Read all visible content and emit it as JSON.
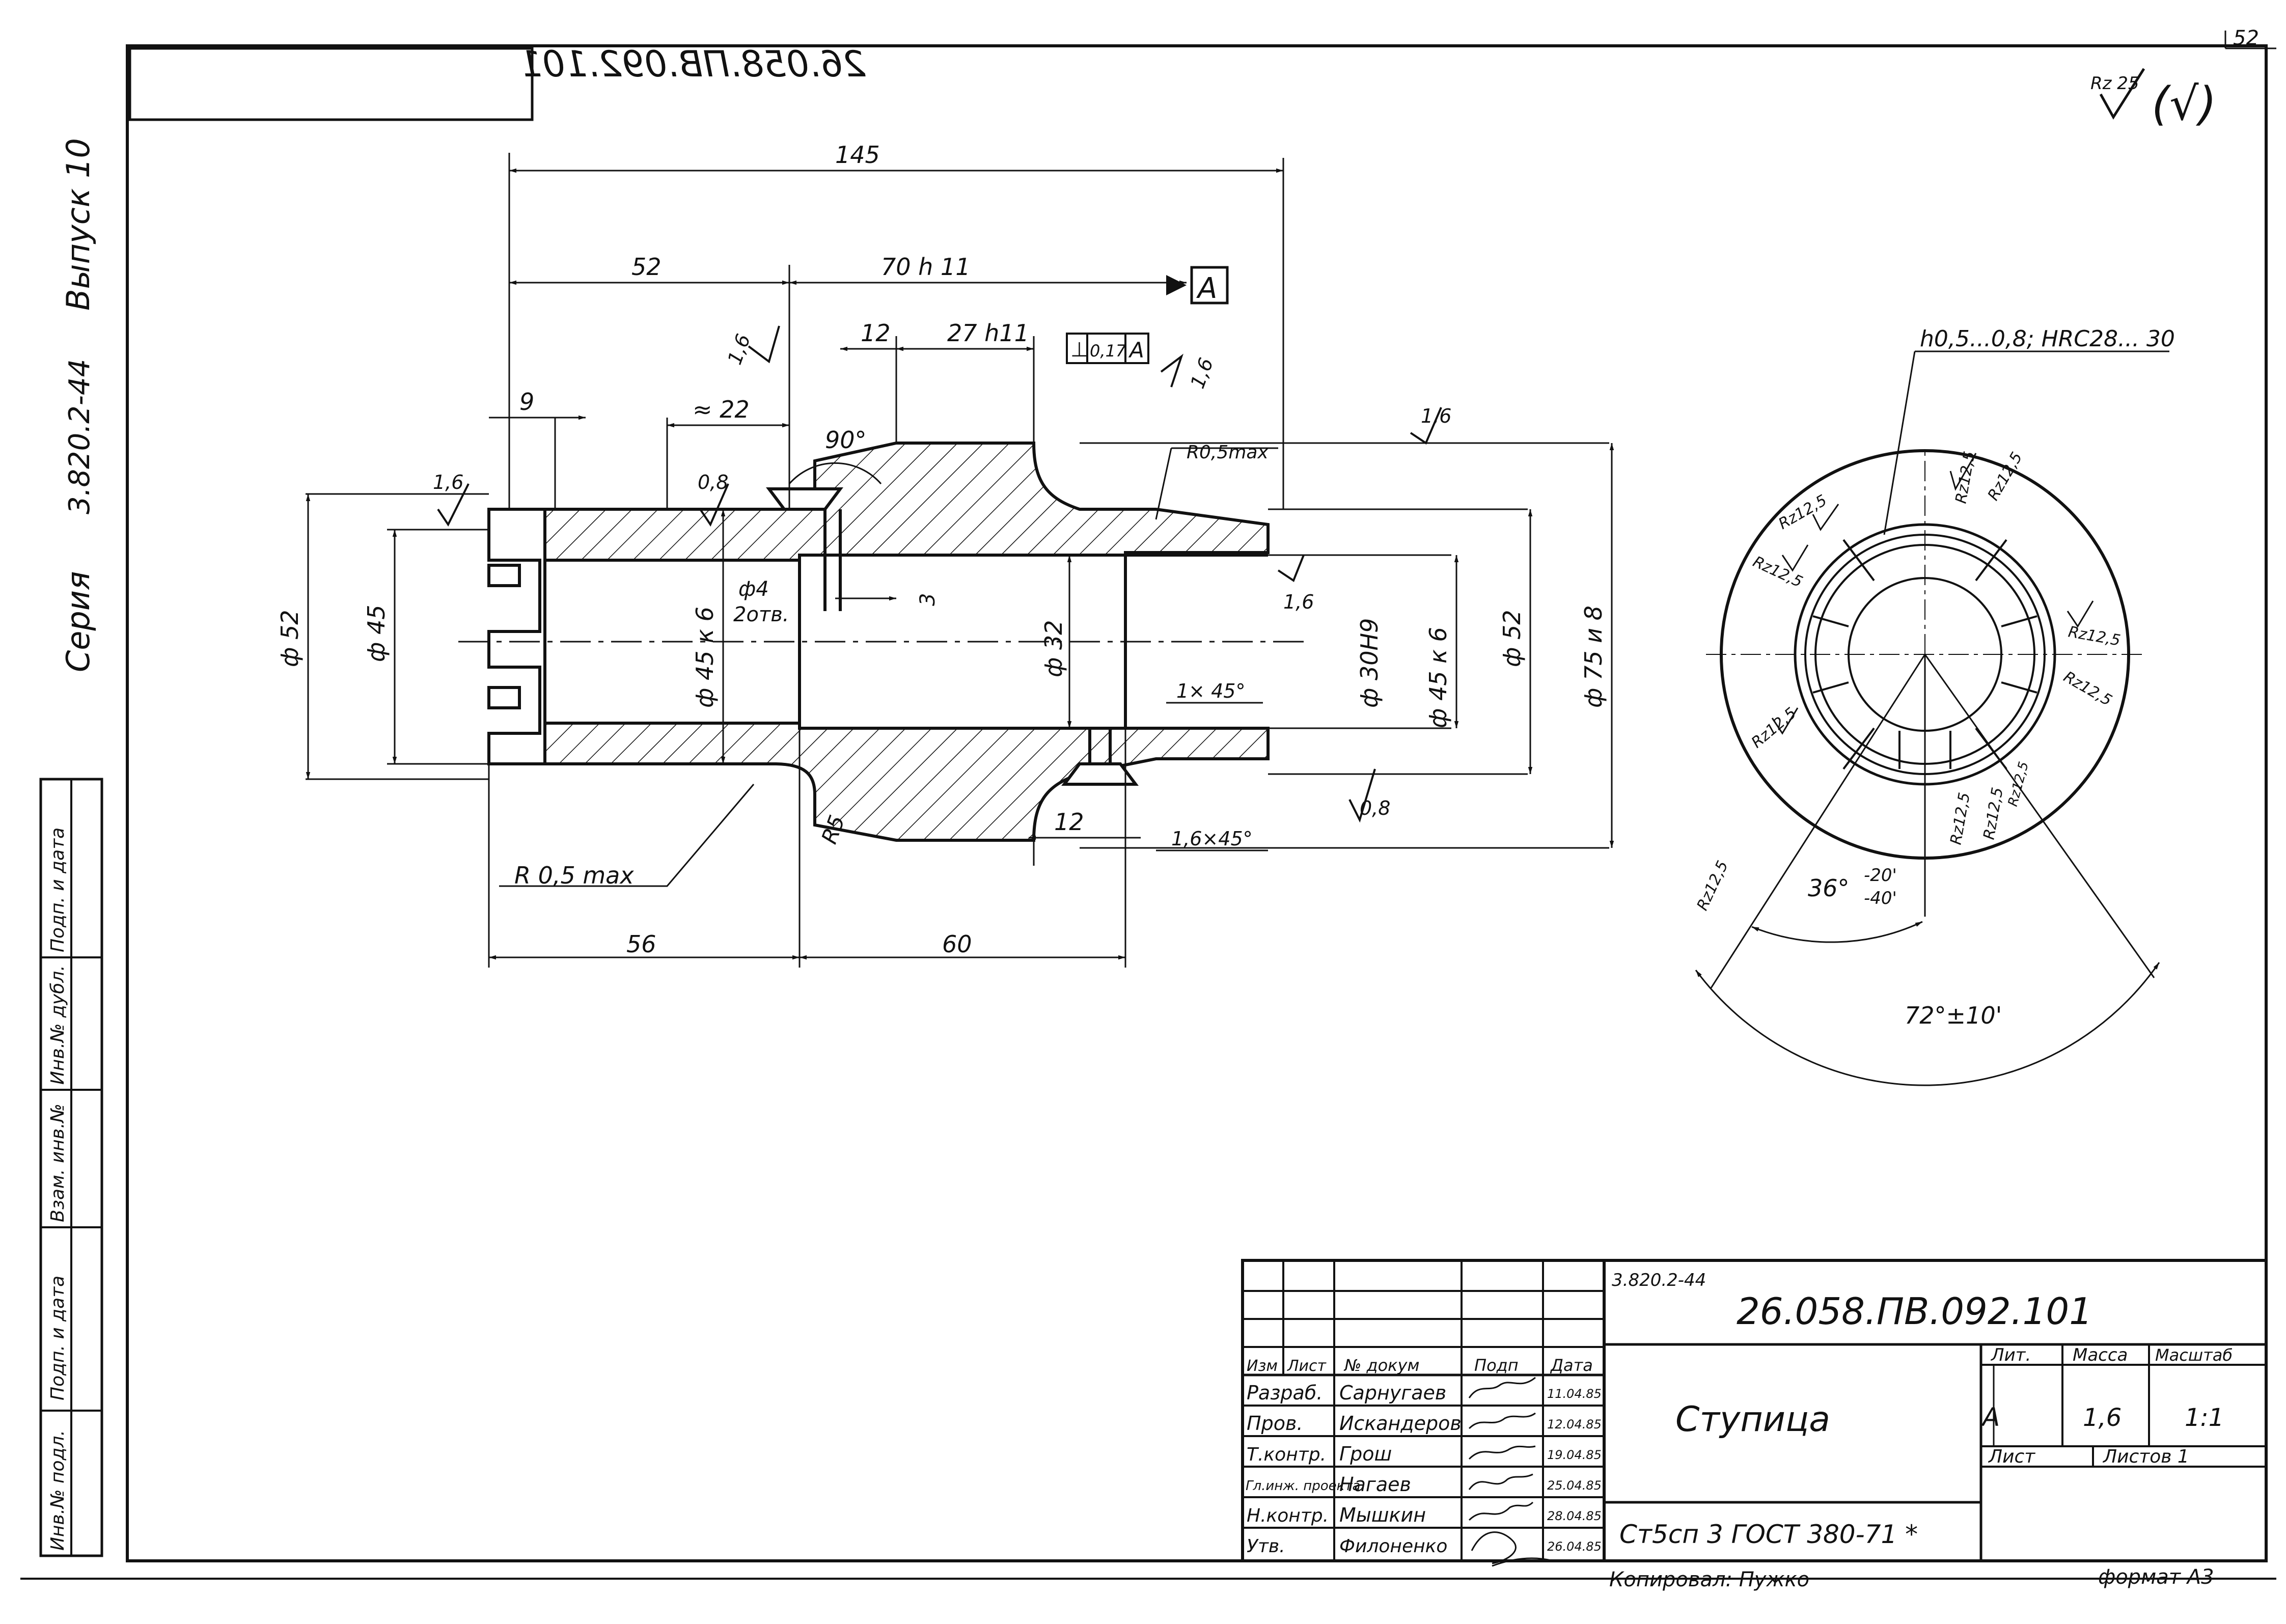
{
  "sheet": {
    "page_number": "52",
    "designation_mirrored": "26.058.ПВ.092.101",
    "roughness_general": "Rz 25",
    "roughness_rest": "(√)",
    "copied_by": "Копировал:  Пужко",
    "format": "формат А3"
  },
  "side_margin": {
    "seria": "Серия",
    "seria_code": "3.820.2-44",
    "vypusk": "Выпуск 10",
    "cells": [
      "Инв.№ подл.",
      "Подп. и дата",
      "Взам. инв.№",
      "Инв.№ дубл.",
      "Подп. и дата"
    ]
  },
  "front_view": {
    "dims": {
      "overall_length": "145",
      "d52": "52",
      "d70": "70 h 11",
      "d12_top": "12",
      "d27": "27 h11",
      "tolerance_frame_1": "⊥",
      "tolerance_frame_2": "0,17",
      "tolerance_frame_3": "A",
      "datum": "A",
      "d9": "9",
      "d22": "≈ 22",
      "angle90": "90°",
      "r05max_top": "R0,5max",
      "rough16_a": "1,6",
      "rough16_b": "1,6",
      "rough16_c": "1,6",
      "rough16_d": "1,6",
      "rough16_e": "1,6",
      "rough08_a": "0,8",
      "rough08_b": "0,8",
      "phi52_left": "ф 52",
      "phi45_left": "ф 45",
      "phi45k6_left": "ф 45 к 6",
      "phi4": "ф4",
      "holes": "2отв.",
      "dim3": "3",
      "phi32": "ф 32",
      "chamfer1": "1× 45°",
      "phi30h9": "ф 30Н9",
      "phi45k6_right": "ф 45 к 6",
      "phi52_right": "ф 52",
      "phi75": "ф 75 и 8",
      "r5": "R5",
      "d12_bottom": "12",
      "chamfer16": "1,6×45°",
      "r05max_bottom": "R 0,5 max",
      "d56": "56",
      "d60": "60"
    }
  },
  "side_view": {
    "note": "h0,5...0,8; HRC28... 30",
    "rz_labels": [
      "Rz12,5",
      "Rz12,5",
      "Rz12,5",
      "Rz12,5",
      "Rz12,5",
      "Rz12,5",
      "Rz12,5",
      "Rz12,5",
      "Rz12,5",
      "Rz12,5",
      "Rz12,5"
    ],
    "angle36_main": "36°",
    "angle36_upper": "-20'",
    "angle36_lower": "-40'",
    "angle72": "72°±10'"
  },
  "title_block": {
    "series_code": "3.820.2-44",
    "designation": "26.058.ПВ.092.101",
    "part_name": "Ступица",
    "material": "Ст5сп 3 ГОСТ 380-71 *",
    "headers": {
      "izm": "Изм",
      "list": "Лист",
      "doc_no": "№ докум",
      "sign": "Подп",
      "date": "Дата",
      "lit": "Лит.",
      "massa": "Масса",
      "masshtab": "Масштаб",
      "sheet": "Лист",
      "sheets": "Листов 1"
    },
    "lit_value": "А",
    "mass_value": "1,6",
    "scale_value": "1:1",
    "rows": [
      {
        "role": "Разраб.",
        "name": "Сарнугаев",
        "date": "11.04.85"
      },
      {
        "role": "Пров.",
        "name": "Искандеров",
        "date": "12.04.85"
      },
      {
        "role": "Т.контр.",
        "name": "Грош",
        "date": "19.04.85"
      },
      {
        "role": "Гл.инж. проекта",
        "name": "Нагаев",
        "date": "25.04.85"
      },
      {
        "role": "Н.контр.",
        "name": "Мышкин",
        "date": "28.04.85"
      },
      {
        "role": "Утв.",
        "name": "Филоненко",
        "date": "26.04.85"
      }
    ]
  }
}
